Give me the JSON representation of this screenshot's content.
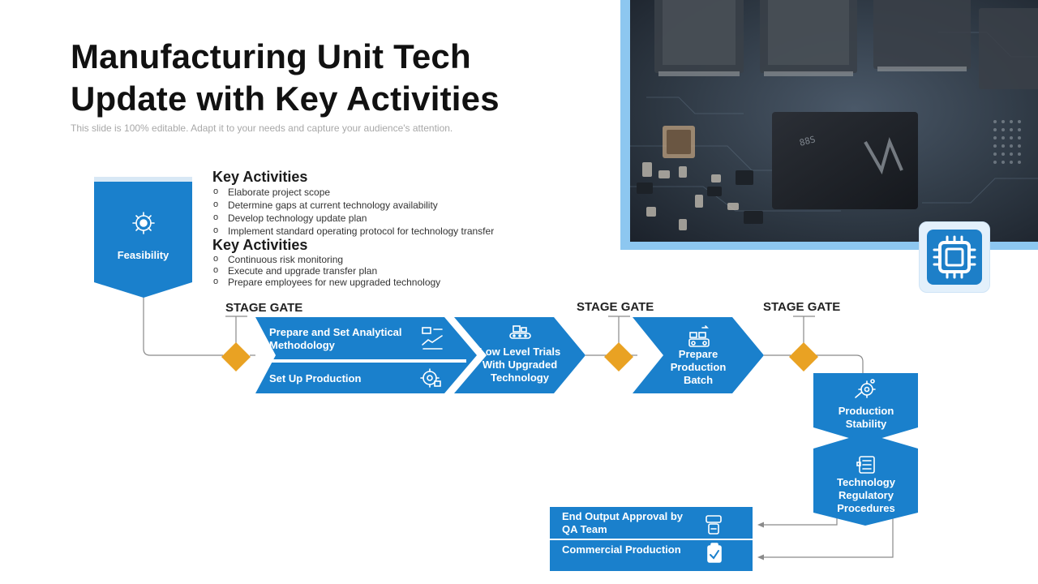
{
  "title": "Manufacturing Unit Tech Update with Key Activities",
  "subtitle": "This slide is 100% editable. Adapt it to your needs and capture your audience's attention.",
  "key_activities": [
    {
      "heading": "Key Activities",
      "items": [
        "Elaborate project scope",
        "Determine gaps at current technology availability",
        "Develop technology update plan",
        "Implement standard operating protocol for technology transfer"
      ]
    },
    {
      "heading": "Key Activities",
      "items": [
        "Continuous risk monitoring",
        "Execute and upgrade transfer plan",
        "Prepare employees for new upgraded technology"
      ]
    }
  ],
  "stages": {
    "feasibility": "Feasibility",
    "prepare_methodology": "Prepare and Set Analytical Methodology",
    "setup_production": "Set Up Production",
    "low_level_trials": "Low Level Trials With Upgraded Technology",
    "prepare_batch": "Prepare Production Batch",
    "production_stability": "Production Stability",
    "tech_regulatory": "Technology Regulatory Procedures",
    "end_output": "End Output Approval by QA Team",
    "commercial": "Commercial Production"
  },
  "stage_gate_label": "STAGE GATE",
  "colors": {
    "primary_blue": "#1a80cc",
    "gate_orange": "#e9a223",
    "photo_border": "#8dc7f0",
    "connector_gray": "#8a8a8a"
  },
  "icons": {
    "feasibility": "gear-head-icon",
    "prepare_methodology": "analytics-chart-icon",
    "setup_production": "gear-settings-icon",
    "low_level_trials": "conveyor-belt-icon",
    "prepare_batch": "production-line-icon",
    "production_stability": "stability-gears-icon",
    "tech_regulatory": "regulatory-checklist-icon",
    "end_output": "approval-stamp-icon",
    "commercial": "clipboard-check-icon",
    "badge": "microchip-icon"
  }
}
